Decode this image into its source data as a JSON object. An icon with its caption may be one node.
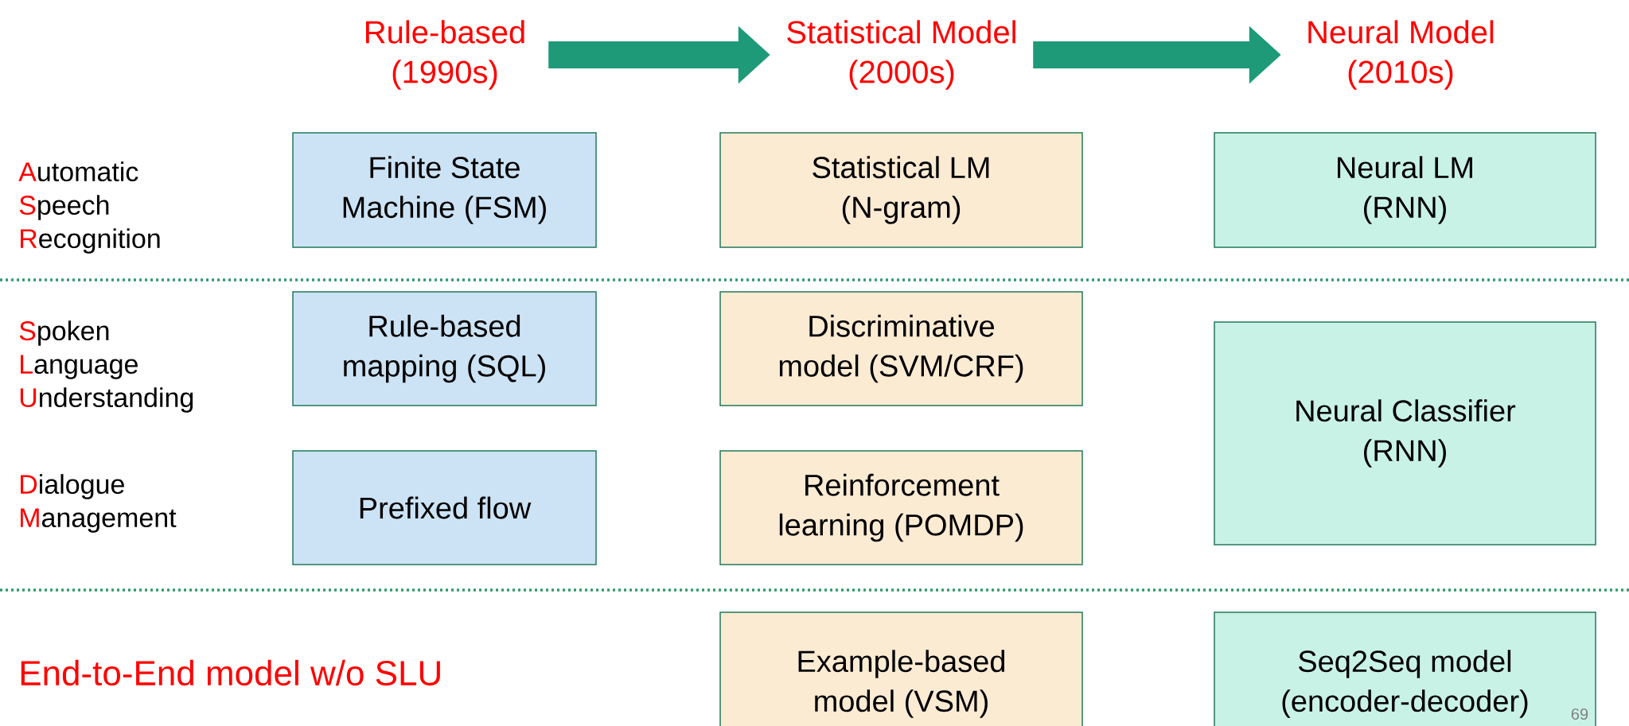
{
  "diagram": {
    "nodes": [
      {
        "text": [
          "Rule-based (1990s)"
        ]
      },
      {
        "text": [
          "Statistical Model (2000s)"
        ]
      },
      {
        "text": [
          "Neural Model (2010s)"
        ]
      },
      {
        "text": [
          "Finite State Machine (FSM)"
        ]
      },
      {
        "text": [
          "Statistical LM (N-gram)"
        ]
      },
      {
        "text": [
          "Neural LM (RNN)"
        ]
      },
      {
        "text": [
          "Rule-based mapping (SQL)"
        ]
      },
      {
        "text": [
          "Discriminative model (SVM/CRF)"
        ]
      },
      {
        "text": [
          "Neural Classifier (RNN)"
        ]
      },
      {
        "text": [
          "Prefixed flow"
        ]
      },
      {
        "text": [
          "Reinforcement learning (POMDP)"
        ]
      },
      {
        "text": [
          "Example-based model (VSM)"
        ]
      },
      {
        "text": [
          "Seq2Seq model (encoder-decoder)"
        ]
      }
    ],
    "edges": [
      {
        "from": 0,
        "to": 1,
        "arrow": "to"
      },
      {
        "from": 1,
        "to": 2,
        "arrow": "to"
      }
    ],
    "labels": [
      "Automatic Speech Recognition",
      "Spoken Language Understanding",
      "Dialogue Management",
      "End-to-End model w/o SLU",
      "69"
    ]
  }
}
